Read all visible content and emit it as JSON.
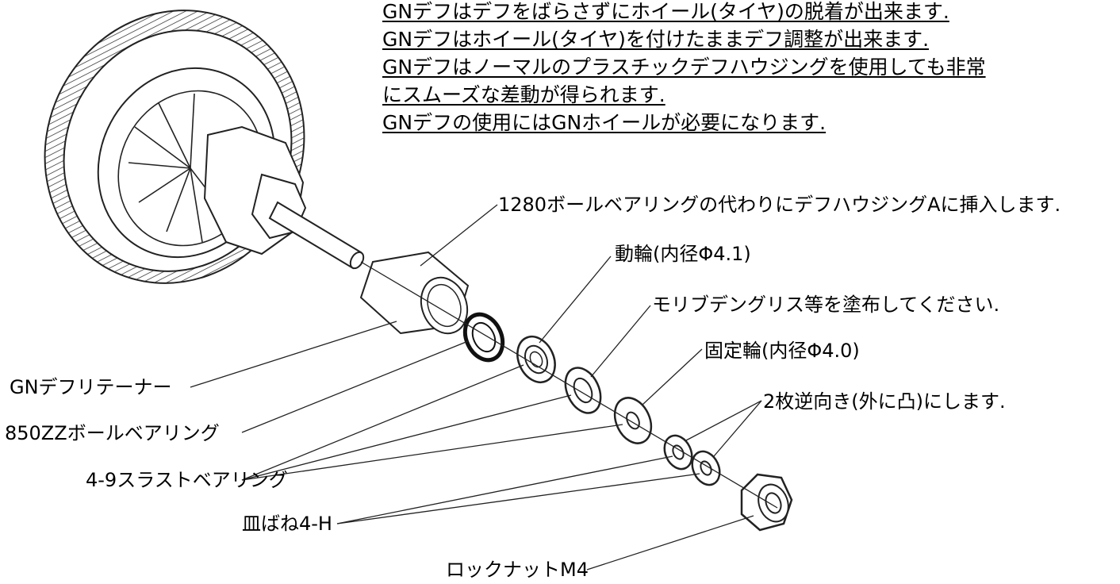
{
  "notes": [
    "GNデフはデフをばらさずにホイール(タイヤ)の脱着が出来ます.",
    "GNデフはホイール(タイヤ)を付けたままデフ調整が出来ます.",
    "GNデフはノーマルのプラスチックデフハウジングを使用しても非常",
    "にスムーズな差動が得られます.",
    "GNデフの使用にはGNホイールが必要になります."
  ],
  "labels": {
    "insert_housing": "1280ボールベアリングの代わりにデフハウジングAに挿入します.",
    "drive_ring": "動輪(内径Φ4.1)",
    "grease": "モリブデングリス等を塗布してください.",
    "fixed_ring": "固定輪(内径Φ4.0)",
    "two_reversed": "2枚逆向き(外に凸)にします.",
    "retainer": "GNデフリテーナー",
    "bearing_850zz": "850ZZボールベアリング",
    "thrust_bearing": "4-9スラストベアリング",
    "disc_spring": "皿ばね4-H",
    "lock_nut": "ロックナットM4"
  }
}
